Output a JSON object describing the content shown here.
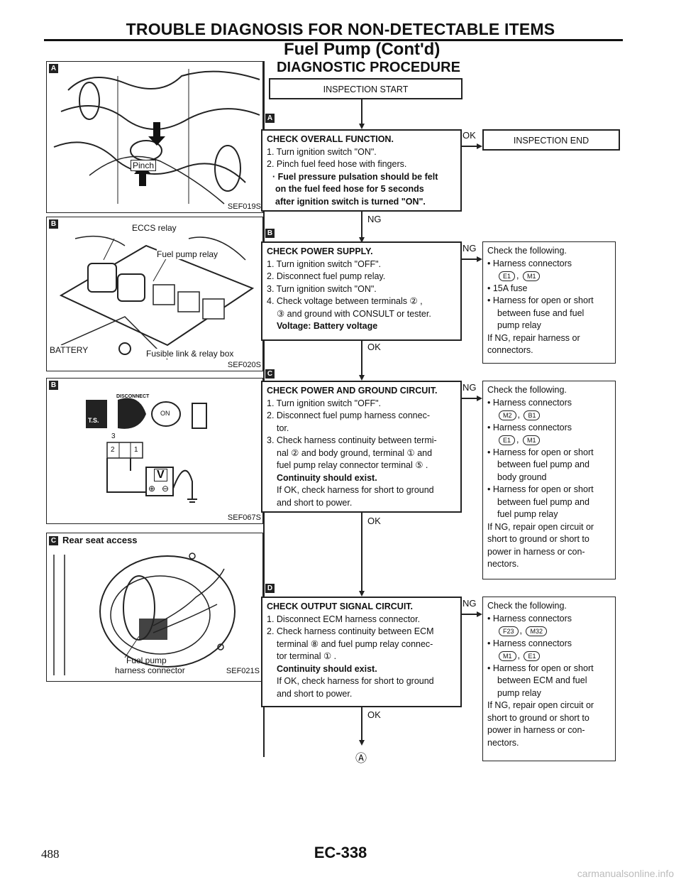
{
  "header": {
    "title": "TROUBLE DIAGNOSIS FOR NON-DETECTABLE ITEMS",
    "subtitle": "Fuel Pump (Cont'd)",
    "section": "DIAGNOSTIC PROCEDURE"
  },
  "figures": {
    "a": {
      "mark": "A",
      "pinch": "Pinch",
      "code": "SEF019S"
    },
    "b1": {
      "mark": "B",
      "eccs": "ECCS relay",
      "fuel_pump_relay": "Fuel pump relay",
      "battery": "BATTERY",
      "fusible": "Fusible link & relay box",
      "code": "SEF020S"
    },
    "b2": {
      "mark": "B",
      "disconnect": "DISCONNECT",
      "ts": "T.S.",
      "on": "ON",
      "pin3": "3",
      "pin2": "2",
      "pin1": "1",
      "meter": "V",
      "plus": "⊕",
      "minus": "⊖",
      "code": "SEF067S"
    },
    "c": {
      "mark": "C",
      "title": "Rear seat access",
      "label1": "Fuel pump",
      "label2": "harness connector",
      "code": "SEF021S"
    }
  },
  "flow": {
    "start": "INSPECTION START",
    "end": "INSPECTION END",
    "ok": "OK",
    "ng": "NG",
    "continue": "Ⓐ",
    "step_a": {
      "mark": "A",
      "title": "CHECK OVERALL FUNCTION.",
      "l1": "1. Turn ignition switch \"ON\".",
      "l2": "2. Pinch fuel feed hose with fingers.",
      "b1": "· Fuel pressure pulsation should be felt",
      "b2": "on the fuel feed hose for 5 seconds",
      "b3": "after ignition switch is turned \"ON\"."
    },
    "step_b": {
      "mark": "B",
      "title": "CHECK POWER SUPPLY.",
      "l1": "1. Turn ignition switch \"OFF\".",
      "l2": "2. Disconnect fuel pump relay.",
      "l3": "3. Turn ignition switch \"ON\".",
      "l4": "4. Check voltage between terminals ② ,",
      "l5": "③ and ground with CONSULT or tester.",
      "b1": "Voltage: Battery voltage"
    },
    "step_c": {
      "mark": "C",
      "title": "CHECK POWER AND GROUND CIRCUIT.",
      "l1": "1. Turn ignition switch \"OFF\".",
      "l2": "2. Disconnect fuel pump harness connec-",
      "l3": "tor.",
      "l4": "3. Check harness continuity between termi-",
      "l5": "nal ② and body ground, terminal ① and",
      "l6": "fuel pump relay connector terminal ⑤ .",
      "b1": "Continuity should exist.",
      "l7": "If OK, check harness for short to ground",
      "l8": "and short to power."
    },
    "step_d": {
      "mark": "D",
      "title": "CHECK OUTPUT SIGNAL CIRCUIT.",
      "l1": "1. Disconnect ECM harness connector.",
      "l2": "2. Check harness continuity between ECM",
      "l3": "terminal ⑧ and fuel pump relay connec-",
      "l4": "tor terminal ① .",
      "b1": "Continuity should exist.",
      "l5": "If OK, check harness for short to ground",
      "l6": "and short to power."
    },
    "check_b": {
      "l1": "Check the following.",
      "l2": "• Harness connectors",
      "c1": "E1",
      "c2": "M1",
      "l3": "• 15A fuse",
      "l4": "• Harness for open or short",
      "l5": "between fuse and fuel",
      "l6": "pump relay",
      "l7": "If NG, repair harness or",
      "l8": "connectors."
    },
    "check_c": {
      "l1": "Check the following.",
      "l2": "• Harness connectors",
      "c1": "M2",
      "c2": "B1",
      "l3": "• Harness connectors",
      "c3": "E1",
      "c4": "M1",
      "l4": "• Harness for open or short",
      "l5": "between fuel pump and",
      "l6": "body ground",
      "l7": "• Harness for open or short",
      "l8": "between fuel pump and",
      "l9": "fuel pump relay",
      "l10": "If NG, repair open circuit or",
      "l11": "short to ground or short to",
      "l12": "power in harness or con-",
      "l13": "nectors."
    },
    "check_d": {
      "l1": "Check the following.",
      "l2": "• Harness connectors",
      "c1": "F23",
      "c2": "M32",
      "l3": "• Harness connectors",
      "c3": "M1",
      "c4": "E1",
      "l4": "• Harness for open or short",
      "l5": "between ECM and fuel",
      "l6": "pump relay",
      "l7": "If NG, repair open circuit or",
      "l8": "short to ground or short to",
      "l9": "power in harness or con-",
      "l10": "nectors."
    }
  },
  "footer": {
    "page_number": "488",
    "page_code": "EC-338",
    "watermark": "carmanualsonline.info"
  }
}
